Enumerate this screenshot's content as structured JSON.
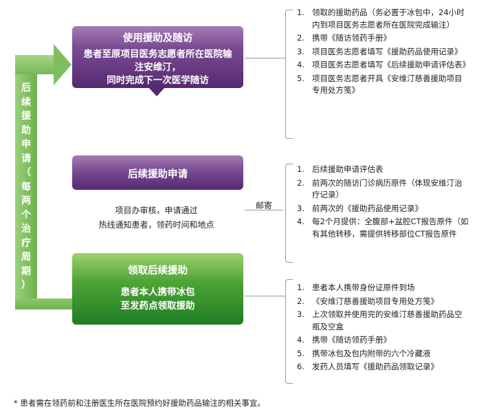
{
  "side_arrow": {
    "chars": [
      "后",
      "续",
      "援",
      "助",
      "申",
      "请",
      "（",
      "每",
      "两",
      "个",
      "治",
      "疗",
      "周",
      "期",
      "）"
    ]
  },
  "step1": {
    "title": "使用援助及随访",
    "lines": [
      "患者至原项目医务志愿者所在医院输",
      "注安维汀，",
      "同时完成下一次医学随访"
    ]
  },
  "step2": {
    "title": "后续援助申请",
    "lines": [
      "项目办审核，申请通过",
      "热线通知患者，领药时间和地点"
    ]
  },
  "step3": {
    "title": "领取后续援助",
    "lines": [
      "患者本人携带冰包",
      "至发药点领取援助"
    ]
  },
  "mail_label": "邮寄",
  "list1": [
    {
      "num": "1.",
      "text": "领取的援助药品（务必置于冰包中，24小时内到项目医务志愿者所在医院完成输注）"
    },
    {
      "num": "2.",
      "text": "携带《随访领药手册》"
    },
    {
      "num": "3.",
      "text": "项目医务志愿者填写《援助药品使用记录》"
    },
    {
      "num": "4.",
      "text": "项目医务志愿者填写《后续援助申请评估表》"
    },
    {
      "num": "5.",
      "text": "项目医务志愿者开具《安维汀慈善援助项目专用处方笺》"
    }
  ],
  "list2": [
    {
      "num": "1.",
      "text": "后续援助申请评估表"
    },
    {
      "num": "2.",
      "text": "前两次的随访门诊病历原件（体现安维汀治疗记录）"
    },
    {
      "num": "3.",
      "text": "前两次的《援助药品使用记录》"
    },
    {
      "num": "4.",
      "text": "每2个月提供：全腹部+盆腔CT报告原件（如有其他转移，需提供转移部位CT报告原件"
    }
  ],
  "list3": [
    {
      "num": "1.",
      "text": "患者本人携带身份证原件到场"
    },
    {
      "num": "2.",
      "text": "《安维汀慈善援助项目专用处方笺》"
    },
    {
      "num": "3.",
      "text": "上次领取并使用完的安维汀慈善援助药品空瓶及空盒"
    },
    {
      "num": "4.",
      "text": "携带《随访领药手册》"
    },
    {
      "num": "5.",
      "text": "携带冰包及包内附带的六个冷藏液"
    },
    {
      "num": "6.",
      "text": "发药人员填写《援助药品领取记录》"
    }
  ],
  "footnote": "* 患者需在领药前和注册医生所在医院预约好援助药品输注的相关事宜。"
}
